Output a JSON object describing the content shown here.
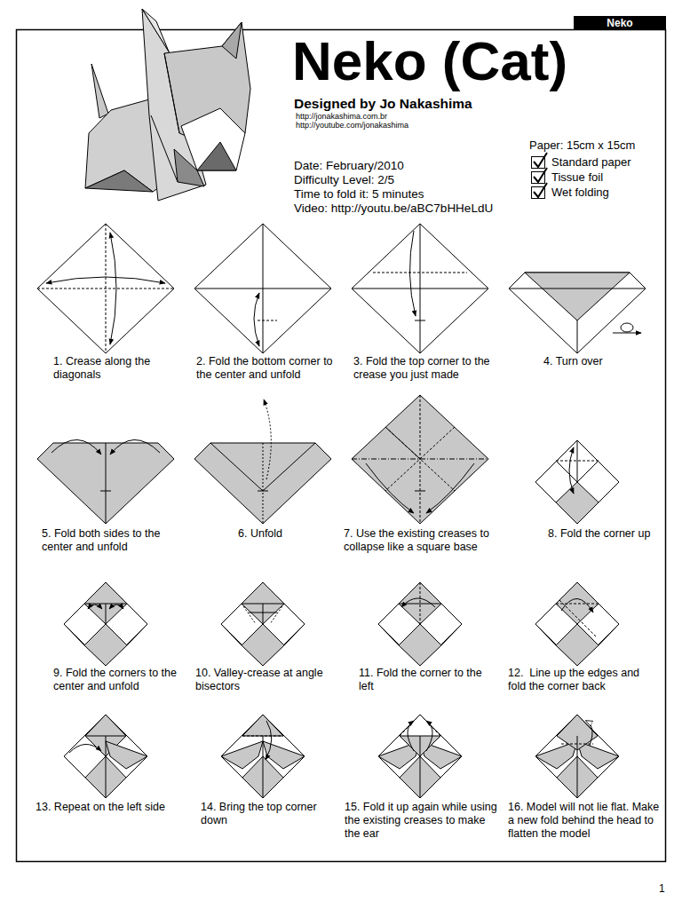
{
  "diagram": {
    "title": "Neko (Cat)",
    "nodes": [
      {
        "text": [
          "Neko"
        ]
      }
    ],
    "labels": [
      "Designed by Jo Nakashima",
      "http://jonakashima.com.br",
      "http://youtube.com/jonakashima",
      "Date: February/2010",
      "Difficulty Level: 2/5",
      "Time to fold it: 5 minutes",
      "Video: http://youtu.be/aBC7bHHeLdU",
      "Paper: 15cm x 15cm",
      "Standard paper",
      "Tissue foil",
      "Wet folding",
      "1. Crease along the diagonals",
      "2. Fold the bottom corner to the center and unfold",
      "3. Fold the top corner to the crease you just made",
      "4. Turn over",
      "5. Fold both sides to the center and unfold",
      "6. Unfold",
      "7. Use the existing creases to collapse like a square base",
      "8. Fold the corner up",
      "9. Fold the corners to the center and unfold",
      "10. Valley-crease at angle bisectors",
      "11. Fold the corner to the left",
      "12.  Line up the edges and fold the corner back",
      "13. Repeat on the left side",
      "14. Bring the top corner down",
      "15. Fold it up again while using the existing creases to make the ear",
      "16. Model will not lie flat. Make a new fold behind the head to flatten the model",
      "1"
    ]
  }
}
